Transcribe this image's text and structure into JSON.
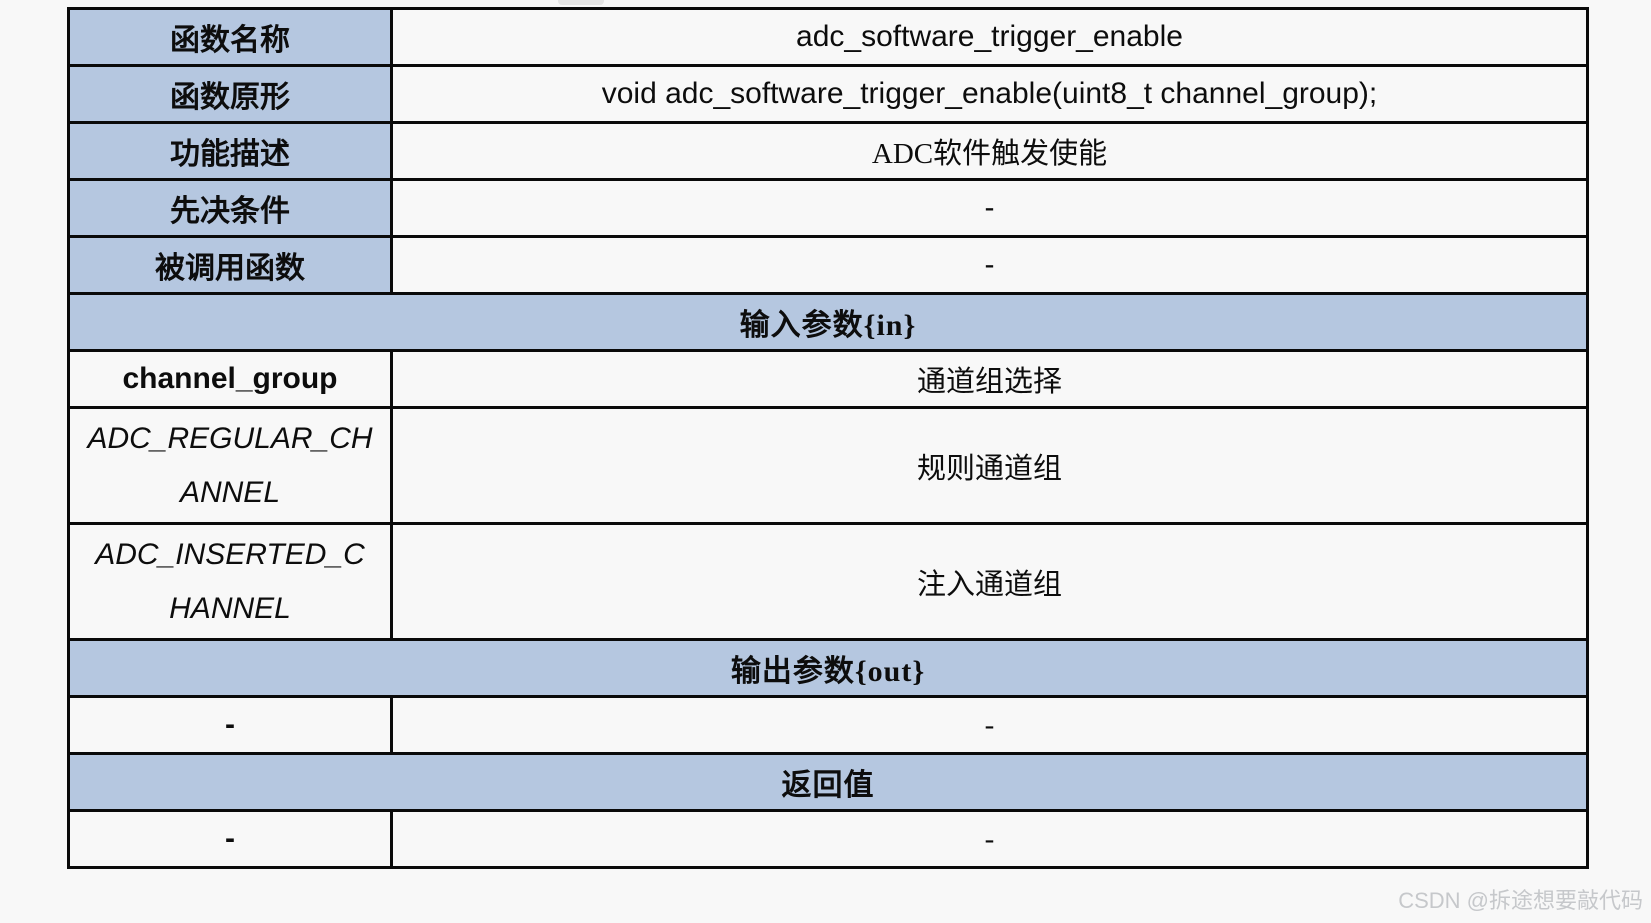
{
  "page": {
    "background_color": "#f8f8f8",
    "table_border_color": "#0a0a0a",
    "accent_color": "#b5c7e0"
  },
  "watermark": {
    "text": "CSDN @拆途想要敲代码",
    "color": "#c6c8cb"
  },
  "table": {
    "rows": [
      {
        "type": "pair",
        "label": "函数名称",
        "value": "adc_software_trigger_enable"
      },
      {
        "type": "pair",
        "label": "函数原形",
        "value": "void adc_software_trigger_enable(uint8_t channel_group);"
      },
      {
        "type": "pair",
        "label": "功能描述",
        "value": "ADC软件触发使能"
      },
      {
        "type": "pair",
        "label": "先决条件",
        "value": "-"
      },
      {
        "type": "pair",
        "label": "被调用函数",
        "value": "-"
      },
      {
        "type": "section",
        "title": "输入参数{in}"
      },
      {
        "type": "pair",
        "label": "channel_group",
        "value": "通道组选择"
      },
      {
        "type": "pair",
        "label": "ADC_REGULAR_CHANNEL",
        "value": "规则通道组"
      },
      {
        "type": "pair",
        "label": "ADC_INSERTED_CHANNEL",
        "value": "注入通道组"
      },
      {
        "type": "section",
        "title": "输出参数{out}"
      },
      {
        "type": "pair",
        "label": "-",
        "value": "-"
      },
      {
        "type": "section",
        "title": "返回值"
      },
      {
        "type": "pair",
        "label": "-",
        "value": "-"
      }
    ]
  }
}
